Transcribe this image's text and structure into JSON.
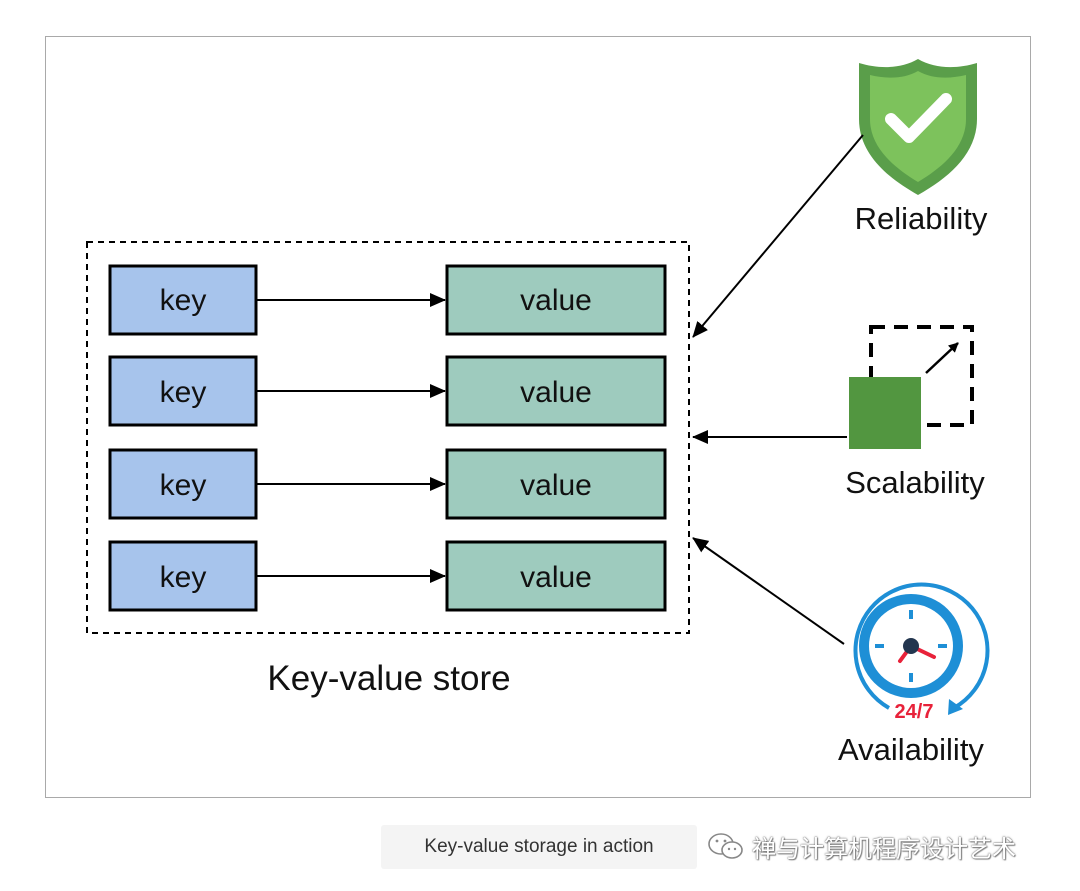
{
  "diagram": {
    "rows": [
      {
        "key": "key",
        "value": "value"
      },
      {
        "key": "key",
        "value": "value"
      },
      {
        "key": "key",
        "value": "value"
      },
      {
        "key": "key",
        "value": "value"
      }
    ],
    "store_label": "Key-value store",
    "properties": {
      "reliability": "Reliability",
      "scalability": "Scalability",
      "availability": "Availability",
      "availability_badge": "24/7"
    }
  },
  "caption": "Key-value storage in action",
  "watermark": "禅与计算机程序设计艺术",
  "colors": {
    "key_fill": "#a7c4ec",
    "value_fill": "#9ecbbe",
    "shield_outer": "#5a9e4a",
    "shield_inner": "#7dc25c",
    "scale_square": "#529640",
    "clock_blue": "#1e8fd6",
    "clock_red": "#e8223a"
  }
}
